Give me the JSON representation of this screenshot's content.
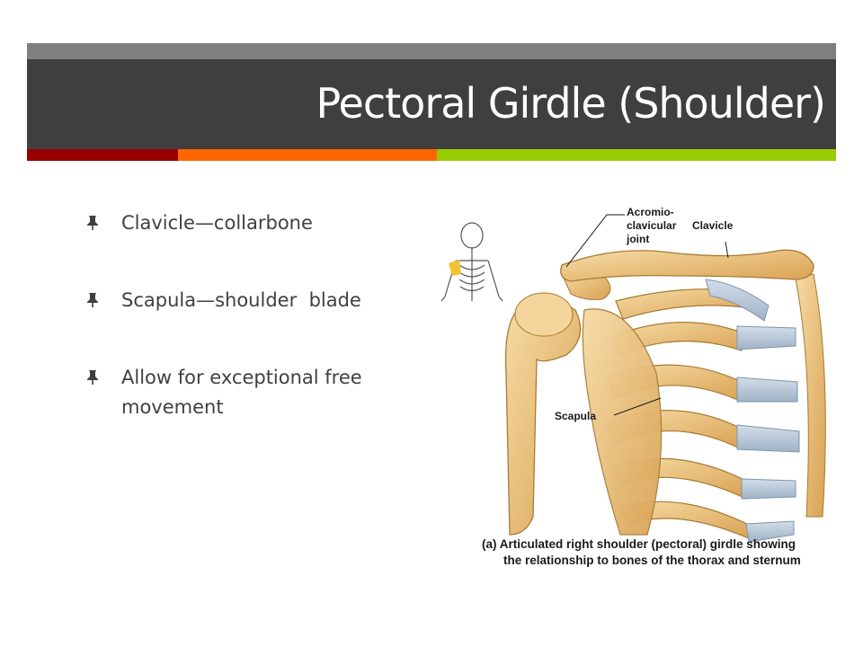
{
  "slide": {
    "title": "Pectoral Girdle (Shoulder)",
    "colors": {
      "title_bar": "#3f3f3f",
      "top_strip": "#7f7f7f",
      "accent_red": "#990000",
      "accent_orange": "#ff6600",
      "accent_green": "#99cc00",
      "title_text": "#ffffff",
      "body_text": "#404040"
    }
  },
  "bullets": {
    "icon": "thumbtack-icon",
    "items": [
      {
        "text": "Clavicle—collarbone"
      },
      {
        "text": "Scapula—shoulder  blade"
      },
      {
        "text": "Allow for exceptional free movement"
      }
    ]
  },
  "figure": {
    "labels": {
      "acromio_1": "Acromio-",
      "acromio_2": "clavicular",
      "acromio_3": "joint",
      "clavicle": "Clavicle",
      "scapula": "Scapula"
    },
    "caption_line1": "(a) Articulated right shoulder (pectoral) girdle showing",
    "caption_line2": "the relationship to bones of the thorax and sternum",
    "colors": {
      "bone": "#e8b86a",
      "bone_light": "#f3d49a",
      "cartilage": "#b9c8d8",
      "outline": "#a87a34"
    }
  }
}
